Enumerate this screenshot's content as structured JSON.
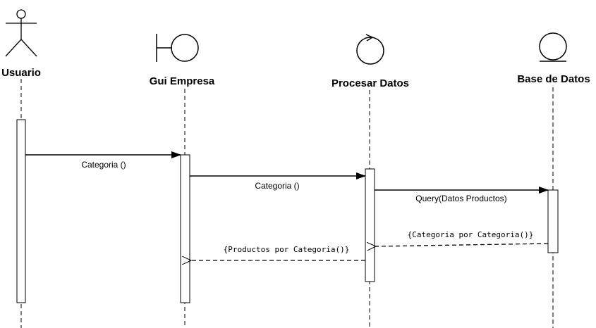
{
  "diagram": {
    "type": "sequence",
    "participants": [
      {
        "name": "Usuario",
        "stereotype": "actor-icon"
      },
      {
        "name": "Gui Empresa",
        "stereotype": "boundary-icon"
      },
      {
        "name": "Procesar Datos",
        "stereotype": "control-icon"
      },
      {
        "name": "Base de Datos",
        "stereotype": "entity-icon"
      }
    ],
    "messages": [
      {
        "from": "Usuario",
        "to": "Gui Empresa",
        "label": "Categoria ()",
        "kind": "call"
      },
      {
        "from": "Gui Empresa",
        "to": "Procesar Datos",
        "label": "Categoria ()",
        "kind": "call"
      },
      {
        "from": "Procesar Datos",
        "to": "Base de Datos",
        "label": "Query(Datos Productos)",
        "kind": "call"
      },
      {
        "from": "Base de Datos",
        "to": "Procesar Datos",
        "label": "{Categoria por Categoria()}",
        "kind": "return"
      },
      {
        "from": "Procesar Datos",
        "to": "Gui Empresa",
        "label": "{Productos por Categoria()}",
        "kind": "return"
      }
    ]
  }
}
